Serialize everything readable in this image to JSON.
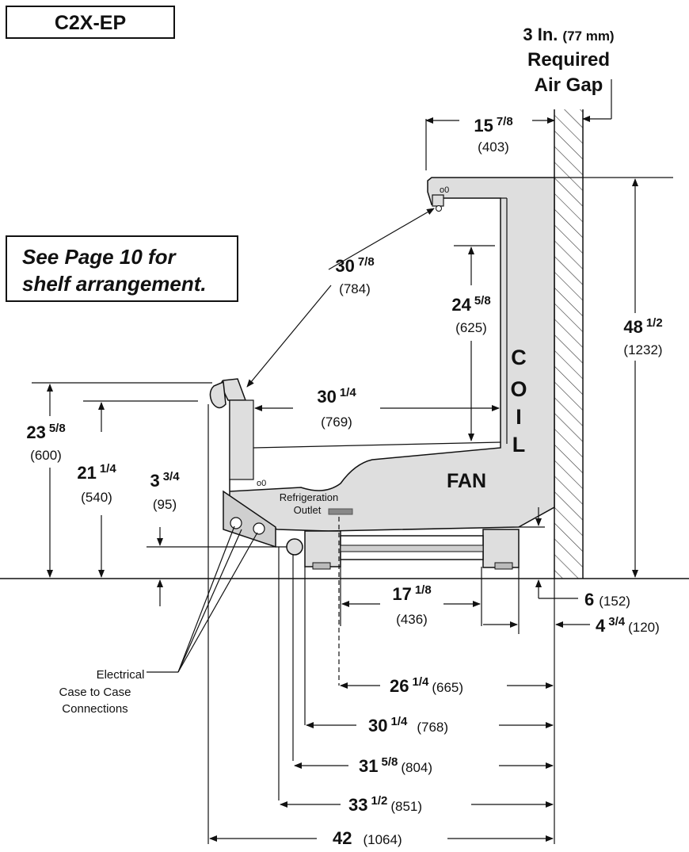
{
  "model": "C2X-EP",
  "note": {
    "line1": "See Page 10 for",
    "line2": "shelf arrangement."
  },
  "air_gap": {
    "line1_main": "3 In.",
    "line1_metric": "(77 mm)",
    "line2": "Required",
    "line3": "Air Gap"
  },
  "labels": {
    "coil": [
      "C",
      "O",
      "I",
      "L"
    ],
    "fan": "FAN",
    "refrigeration_1": "Refrigeration",
    "refrigeration_2": "Outlet",
    "electrical_1": "Electrical",
    "electrical_2": "Case to Case",
    "electrical_3": "Connections"
  },
  "dims": {
    "d_15_7_8": {
      "whole": "15",
      "frac": "7/8",
      "metric": "(403)"
    },
    "d_30_7_8": {
      "whole": "30",
      "frac": "7/8",
      "metric": "(784)"
    },
    "d_24_5_8": {
      "whole": "24",
      "frac": "5/8",
      "metric": "(625)"
    },
    "d_48_1_2": {
      "whole": "48",
      "frac": "1/2",
      "metric": "(1232)"
    },
    "d_30_1_4_shelf": {
      "whole": "30",
      "frac": "1/4",
      "metric": "(769)"
    },
    "d_23_5_8": {
      "whole": "23",
      "frac": "5/8",
      "metric": "(600)"
    },
    "d_21_1_4": {
      "whole": "21",
      "frac": "1/4",
      "metric": "(540)"
    },
    "d_3_3_4": {
      "whole": "3",
      "frac": "3/4",
      "metric": "(95)"
    },
    "d_17_1_8": {
      "whole": "17",
      "frac": "1/8",
      "metric": "(436)"
    },
    "d_6": {
      "whole": "6",
      "metric": "(152)"
    },
    "d_4_3_4": {
      "whole": "4",
      "frac": "3/4",
      "metric": "(120)"
    },
    "d_26_1_4": {
      "whole": "26",
      "frac": "1/4",
      "metric": "(665)"
    },
    "d_30_1_4_base": {
      "whole": "30",
      "frac": "1/4",
      "metric": "(768)"
    },
    "d_31_5_8": {
      "whole": "31",
      "frac": "5/8",
      "metric": "(804)"
    },
    "d_33_1_2": {
      "whole": "33",
      "frac": "1/2",
      "metric": "(851)"
    },
    "d_42": {
      "whole": "42",
      "metric": "(1064)"
    }
  }
}
